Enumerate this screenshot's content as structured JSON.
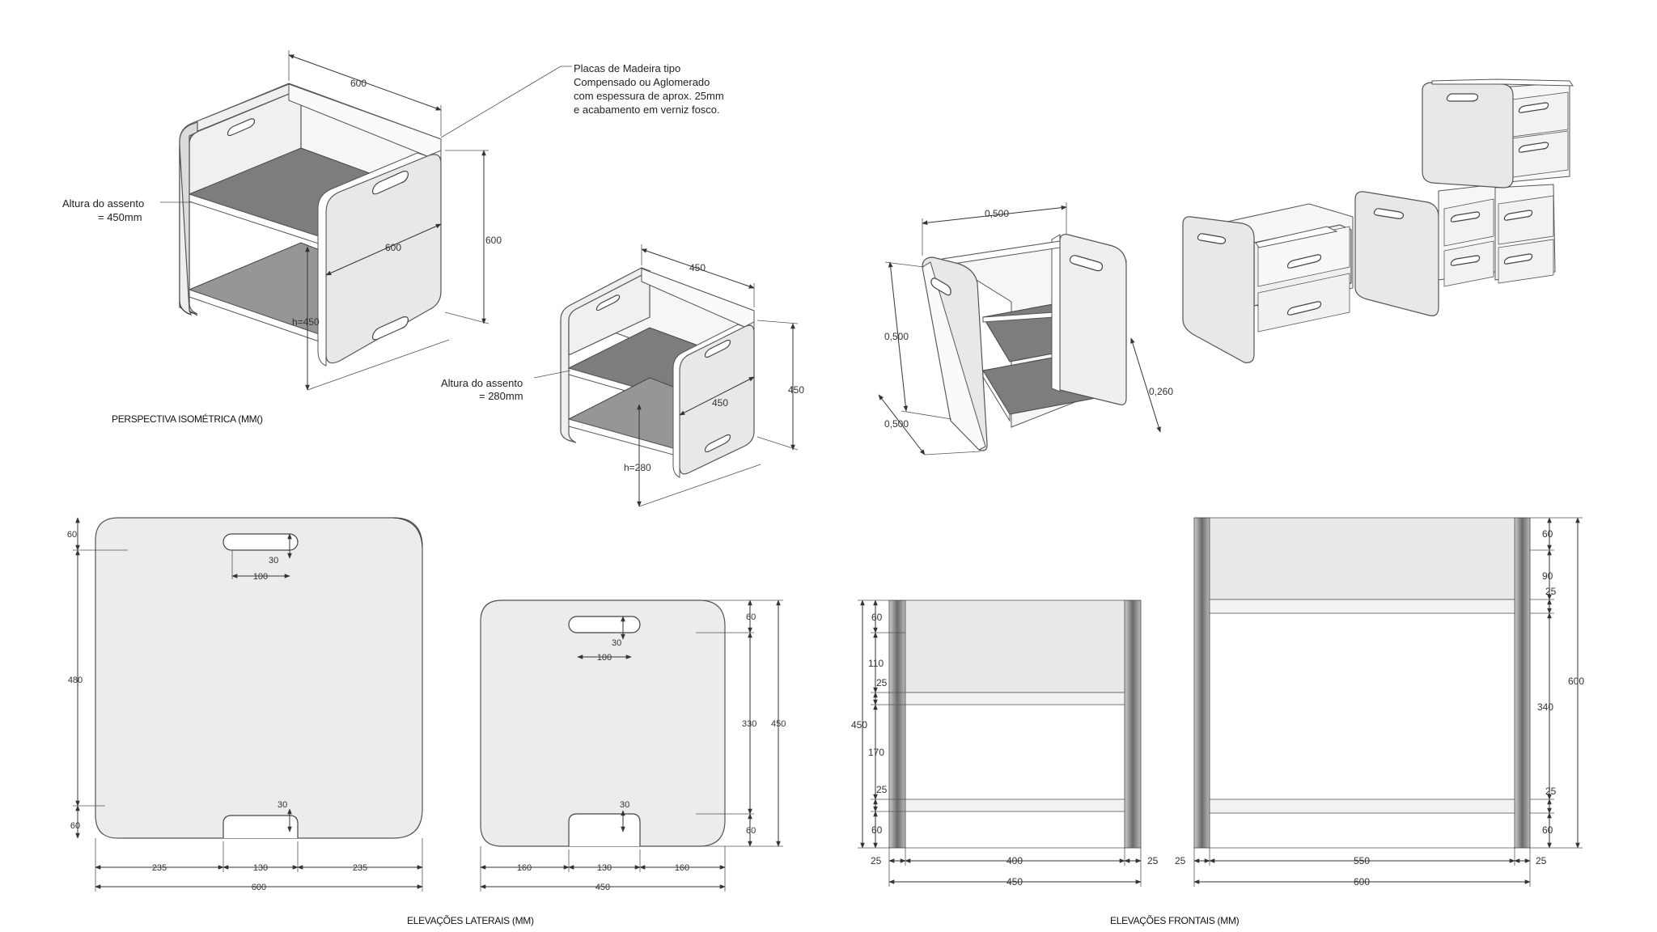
{
  "annotations": {
    "material_note": [
      "Placas de Madeira tipo",
      "Compensado ou  Aglomerado",
      "com espessura de aprox. 25mm",
      "e acabamento em verniz fosco."
    ],
    "seat_height_large": [
      "Altura do assento",
      "= 450mm"
    ],
    "seat_height_small": [
      "Altura do assento",
      "= 280mm"
    ]
  },
  "captions": {
    "isometric": "PERSPECTIVA ISOMÉTRICA (MM()",
    "side_elevations": "ELEVAÇÕES LATERAIS (MM)",
    "front_elevations": "ELEVAÇÕES FRONTAIS (MM)"
  },
  "iso_large": {
    "width": "600",
    "depth": "600",
    "height": "600",
    "shelf_h": "h=450"
  },
  "iso_small": {
    "width": "450",
    "depth": "450",
    "height": "450",
    "shelf_h": "h=280"
  },
  "iso_unit": {
    "width": "0,500",
    "height": "0,500",
    "depth": "0,500",
    "shelf": "0,260"
  },
  "side_large": {
    "top": "60",
    "mid": "480",
    "bottom": "60",
    "slot_w": "100",
    "slot_h": "30",
    "slot_h2": "30",
    "left": "235",
    "center": "130",
    "right": "235",
    "total": "600"
  },
  "side_small": {
    "top": "60",
    "mid": "330",
    "bottom": "60",
    "total_h": "450",
    "slot_w": "100",
    "slot_h": "30",
    "slot_h2": "30",
    "left": "160",
    "center": "130",
    "right": "160",
    "total": "450"
  },
  "front_small": {
    "d1": "60",
    "d2": "110",
    "d3": "25",
    "d4": "170",
    "d5": "25",
    "d6": "60",
    "total_h": "450",
    "left": "25",
    "inner": "400",
    "right": "25",
    "total_w": "450"
  },
  "front_large": {
    "d1": "60",
    "d2": "90",
    "d3": "25",
    "d4": "340",
    "d5": "25",
    "d6": "60",
    "total_h": "600",
    "left": "25",
    "inner": "550",
    "right": "25",
    "total_w": "600"
  }
}
